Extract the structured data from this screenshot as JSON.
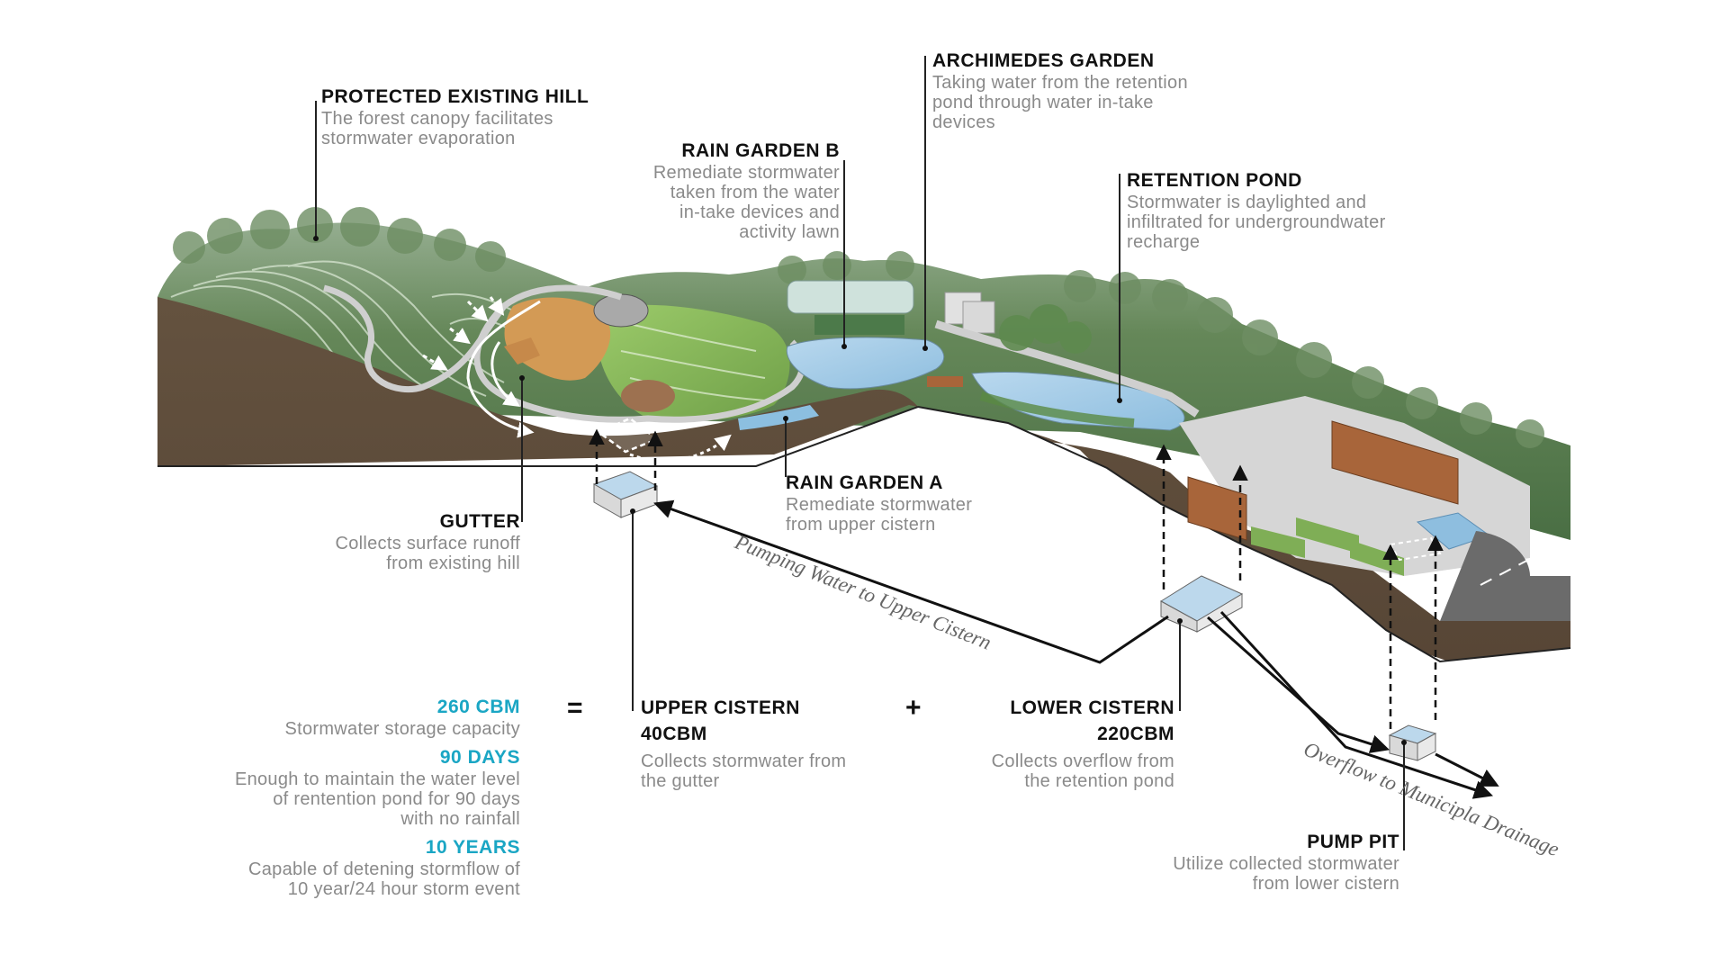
{
  "diagram": {
    "colors": {
      "accent": "#1aa6c4",
      "title": "#111111",
      "description": "#8a8a8a",
      "soil": "#5e4d3d",
      "forest": "#4f7342",
      "lawn": "#7fae56",
      "water": "#a9cde6",
      "path": "#c8c8c8",
      "orange_terrace": "#d9a15c",
      "corten_wall": "#a8653a",
      "road": "#6b6b6b"
    },
    "labels": {
      "protected_hill": {
        "title": "PROTECTED EXISTING HILL",
        "desc": "The forest canopy facilitates\nstormwater evaporation"
      },
      "rain_garden_b": {
        "title": "RAIN GARDEN B",
        "desc": "Remediate stormwater\ntaken from the water\nin-take devices and\nactivity lawn"
      },
      "archimedes_garden": {
        "title": "ARCHIMEDES GARDEN",
        "desc": "Taking water from the retention\npond through water in-take\ndevices"
      },
      "retention_pond": {
        "title": "RETENTION POND",
        "desc": "Stormwater is daylighted and\ninfiltrated for undergroundwater\nrecharge"
      },
      "rain_garden_a": {
        "title": "RAIN GARDEN A",
        "desc": "Remediate stormwater\nfrom upper cistern"
      },
      "gutter": {
        "title": "GUTTER",
        "desc": "Collects surface runoff\nfrom existing hill"
      },
      "upper_cistern": {
        "title": "UPPER CISTERN",
        "capacity": "40CBM",
        "desc": "Collects stormwater from\nthe gutter"
      },
      "lower_cistern": {
        "title": "LOWER CISTERN",
        "capacity": "220CBM",
        "desc": "Collects overflow from\nthe retention pond"
      },
      "pump_pit": {
        "title": "PUMP PIT",
        "desc": "Utilize collected stormwater\nfrom lower cistern"
      }
    },
    "stats": [
      {
        "value": "260 CBM",
        "desc": "Stormwater storage capacity"
      },
      {
        "value": "90 DAYS",
        "desc": "Enough to maintain the water level\nof rentention pond for 90 days\nwith no rainfall"
      },
      {
        "value": "10 YEARS",
        "desc": "Capable of detening stormflow of\n10 year/24 hour storm event"
      }
    ],
    "operators": {
      "equals": "=",
      "plus": "+"
    },
    "flow_notes": {
      "pumping": "Pumping Water to Upper Cistern",
      "overflow": "Overflow to Municipla Drainage"
    }
  }
}
